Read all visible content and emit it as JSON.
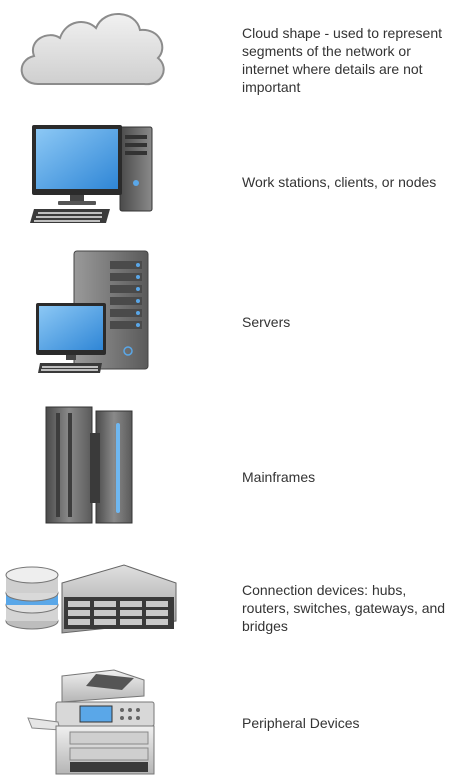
{
  "legend": {
    "items": [
      {
        "icon": "cloud-icon",
        "label": "Cloud shape - used to represent segments of the network or internet where details are not important"
      },
      {
        "icon": "workstation-icon",
        "label": "Work stations, clients, or nodes"
      },
      {
        "icon": "server-icon",
        "label": "Servers"
      },
      {
        "icon": "mainframe-icon",
        "label": "Mainframes"
      },
      {
        "icon": "connection-device-icon",
        "label": "Connection devices: hubs, routers, switches, gateways, and bridges"
      },
      {
        "icon": "peripheral-device-icon",
        "label": "Peripheral Devices"
      }
    ]
  },
  "colors": {
    "text": "#333333",
    "screen": "#5aa7e8",
    "device_gray": "#6f6f6f",
    "cloud_fill": "#d9d9d9"
  }
}
